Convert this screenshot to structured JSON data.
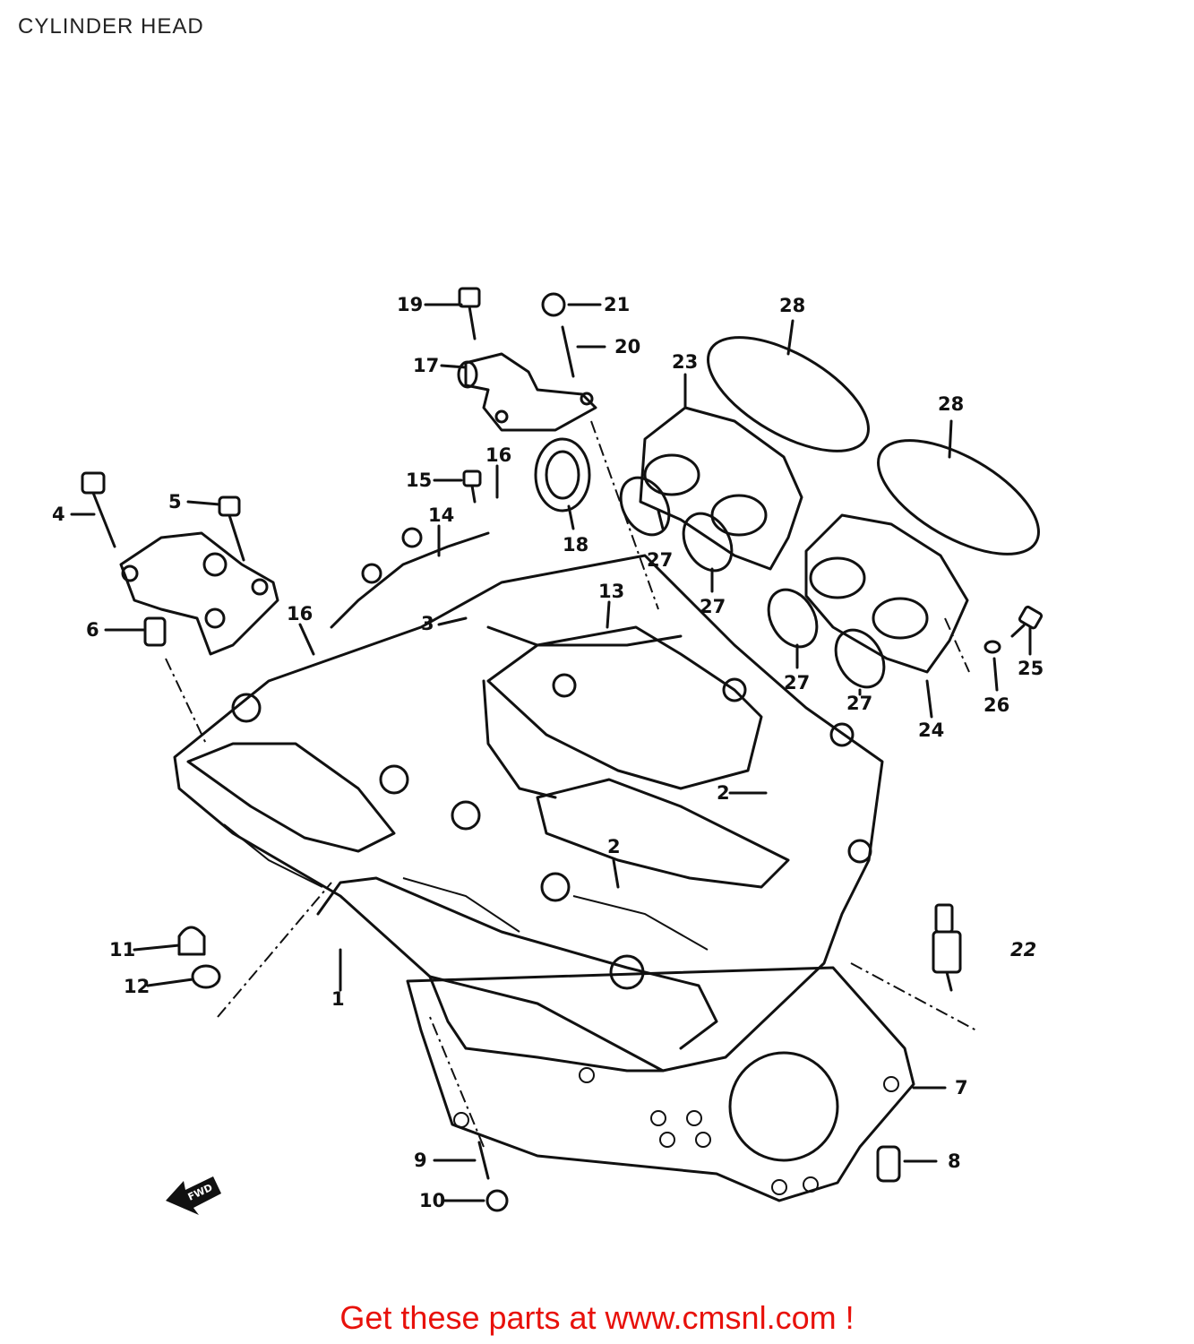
{
  "page": {
    "title": "CYLINDER HEAD",
    "promo_text": "Get these parts at www.cmsnl.com !"
  },
  "callouts": [
    "1",
    "2",
    "2",
    "3",
    "4",
    "5",
    "6",
    "7",
    "8",
    "9",
    "10",
    "11",
    "12",
    "13",
    "14",
    "15",
    "16",
    "16",
    "17",
    "18",
    "19",
    "20",
    "21",
    "22",
    "23",
    "24",
    "25",
    "26",
    "27",
    "27",
    "27",
    "27",
    "28",
    "28"
  ],
  "icons": {
    "front_arrow": "arrow-front-icon"
  },
  "colors": {
    "line": "#111111",
    "promo": "#e8110b",
    "background": "#ffffff"
  }
}
